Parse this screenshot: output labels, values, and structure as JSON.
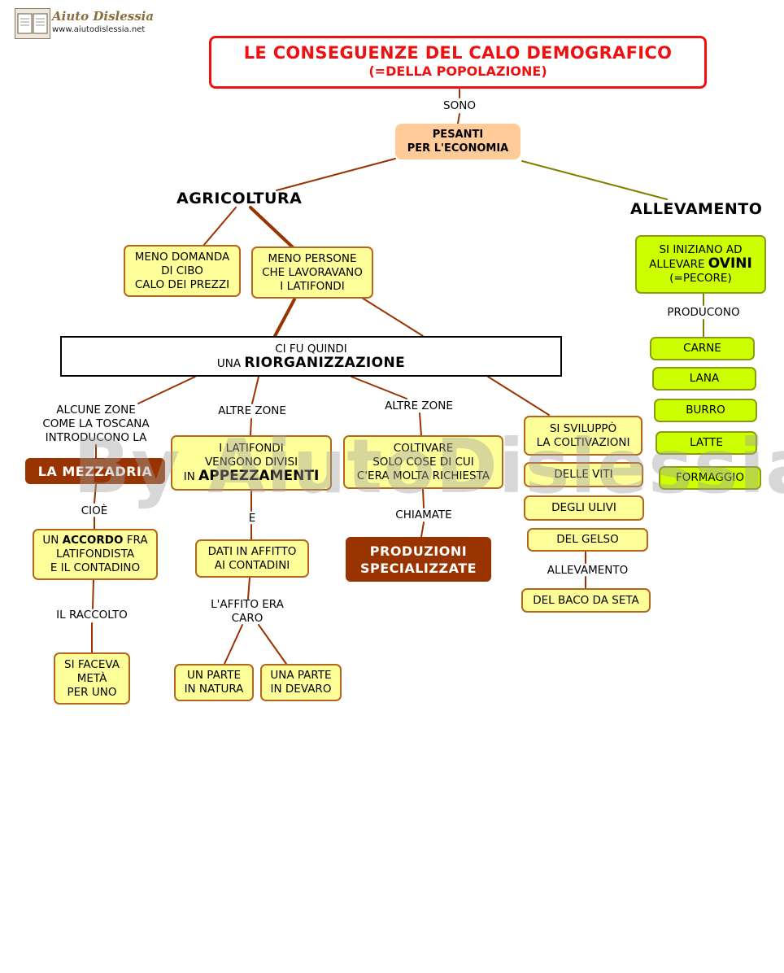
{
  "logo": {
    "name": "Aiuto Dislessia",
    "url": "www.aiutodislessia.net"
  },
  "title": {
    "line1": "LE CONSEGUENZE DEL CALO DEMOGRAFICO",
    "line2": "(=DELLA POPOLAZIONE)"
  },
  "watermark": "By AiutoDislessia.net",
  "colors": {
    "title_red": "#ee1111",
    "yellow_node": "#ffff99",
    "green_node": "#ccff00",
    "peach_node": "#ffcc99",
    "brown_node": "#993300",
    "connector_brown": "#993300",
    "connector_olive": "#808000"
  },
  "links": {
    "sono": "SONO",
    "producono": "PRODUCONO",
    "alcune_zone": {
      "line1": "ALCUNE ZONE",
      "line2": "COME LA TOSCANA",
      "line3": "INTRODUCONO LA"
    },
    "altre_zone_1": "ALTRE ZONE",
    "altre_zone_2": "ALTRE ZONE",
    "cioe": "CIOÈ",
    "e": "E",
    "chiamate": "CHIAMATE",
    "allevamento": "ALLEVAMENTO",
    "il_raccolto": "IL RACCOLTO",
    "affitto": {
      "line1": "L'AFFITO ERA",
      "line2": "CARO"
    }
  },
  "nodes": {
    "pesanti": {
      "line1": "PESANTI",
      "line2": "PER L'ECONOMIA"
    },
    "agricoltura": "AGRICOLTURA",
    "allevamento": "ALLEVAMENTO",
    "meno_domanda": {
      "line1": "MENO DOMANDA",
      "line2": "DI CIBO",
      "line3": "CALO DEI PREZZI"
    },
    "meno_persone": {
      "line1": "MENO PERSONE",
      "line2": "CHE LAVORAVANO",
      "line3": "I LATIFONDI"
    },
    "riorganizzazione": {
      "line1": "CI FU QUINDI",
      "prefix": "UNA ",
      "strong": "RIORGANIZZAZIONE"
    },
    "ovini": {
      "line1": "SI INIZIANO AD",
      "prefix": "ALLEVARE ",
      "strong": "OVINI",
      "line3": "(=PECORE)"
    },
    "products": [
      "CARNE",
      "LANA",
      "BURRO",
      "LATTE",
      "FORMAGGIO"
    ],
    "mezzadria": "LA MEZZADRIA",
    "latifondi": {
      "line1": "I LATIFONDI",
      "line2": "VENGONO DIVISI",
      "prefix": "IN ",
      "strong": "APPEZZAMENTI"
    },
    "coltivare": {
      "line1": "COLTIVARE",
      "line2": "SOLO COSE DI CUI",
      "line3": "C'ERA MOLTA RICHIESTA"
    },
    "sviluppo": {
      "line1": "SI SVILUPPÒ",
      "line2": "LA COLTIVAZIONI"
    },
    "crops": [
      "DELLE VITI",
      "DEGLI ULIVI",
      "DEL GELSO"
    ],
    "baco": "DEL BACO DA SETA",
    "accordo": {
      "prefix": "UN ",
      "strong": "ACCORDO",
      "suffix": " FRA",
      "line2": "LATIFONDISTA",
      "line3": "E IL CONTADINO"
    },
    "affitto_node": {
      "line1": "DATI IN AFFITTO",
      "line2": "AI CONTADINI"
    },
    "produzioni": {
      "line1": "PRODUZIONI",
      "line2": "SPECIALIZZATE"
    },
    "meta": {
      "line1": "SI FACEVA",
      "line2": "METÀ",
      "line3": "PER UNO"
    },
    "natura": {
      "line1": "UN PARTE",
      "line2": "IN NATURA"
    },
    "devaro": {
      "line1": "UNA PARTE",
      "line2": "IN DEVARO"
    }
  }
}
